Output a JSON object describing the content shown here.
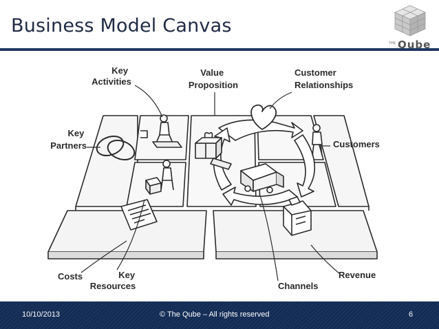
{
  "slide": {
    "title": "Business Model Canvas",
    "logo_text": "Qube",
    "logo_small": "THE"
  },
  "canvas": {
    "labels": {
      "key_activities": [
        "Key",
        "Activities"
      ],
      "value_proposition": [
        "Value",
        "Proposition"
      ],
      "customer_relationships": [
        "Customer",
        "Relationships"
      ],
      "key_partners": [
        "Key",
        "Partners"
      ],
      "customers": [
        "Customers"
      ],
      "costs": [
        "Costs"
      ],
      "key_resources": [
        "Key",
        "Resources"
      ],
      "channels": [
        "Channels"
      ],
      "revenue": [
        "Revenue"
      ]
    }
  },
  "footer": {
    "date": "10/10/2013",
    "copyright": "© The Qube – All rights reserved",
    "page_number": "6"
  }
}
